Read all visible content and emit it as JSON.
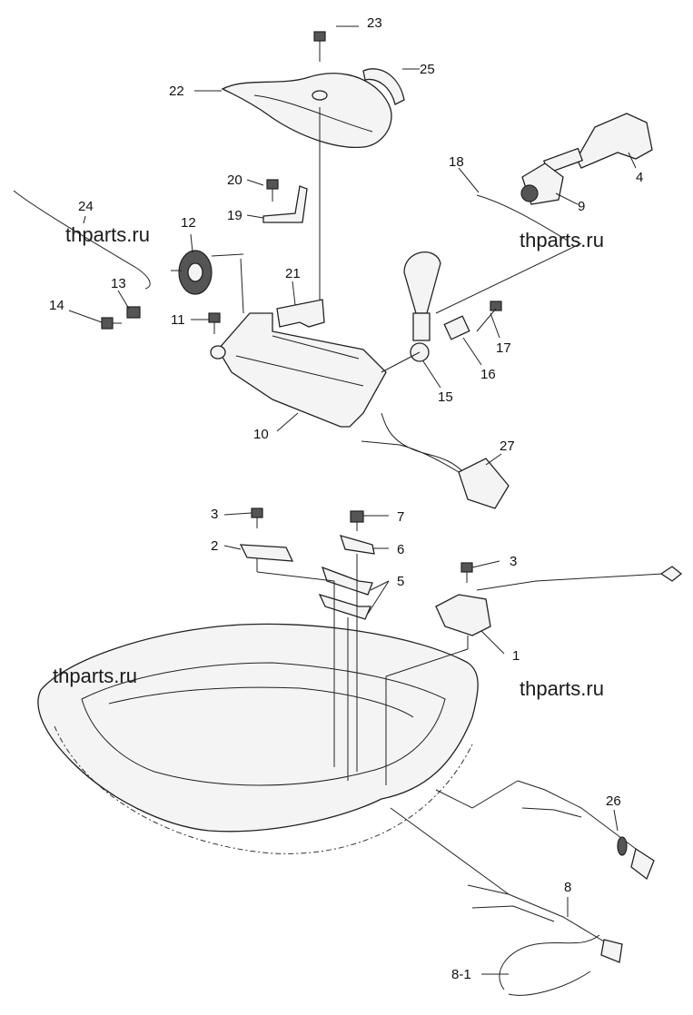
{
  "diagram": {
    "watermark": "thparts.ru",
    "callouts": [
      {
        "id": "23",
        "label": "23"
      },
      {
        "id": "25",
        "label": "25"
      },
      {
        "id": "22",
        "label": "22"
      },
      {
        "id": "4",
        "label": "4"
      },
      {
        "id": "18",
        "label": "18"
      },
      {
        "id": "9",
        "label": "9"
      },
      {
        "id": "20",
        "label": "20"
      },
      {
        "id": "19",
        "label": "19"
      },
      {
        "id": "24",
        "label": "24"
      },
      {
        "id": "12",
        "label": "12"
      },
      {
        "id": "13",
        "label": "13"
      },
      {
        "id": "14",
        "label": "14"
      },
      {
        "id": "21",
        "label": "21"
      },
      {
        "id": "11",
        "label": "11"
      },
      {
        "id": "17",
        "label": "17"
      },
      {
        "id": "16",
        "label": "16"
      },
      {
        "id": "15",
        "label": "15"
      },
      {
        "id": "10",
        "label": "10"
      },
      {
        "id": "27",
        "label": "27"
      },
      {
        "id": "3a",
        "label": "3"
      },
      {
        "id": "7",
        "label": "7"
      },
      {
        "id": "2",
        "label": "2"
      },
      {
        "id": "6",
        "label": "6"
      },
      {
        "id": "5",
        "label": "5"
      },
      {
        "id": "3b",
        "label": "3"
      },
      {
        "id": "1",
        "label": "1"
      },
      {
        "id": "26",
        "label": "26"
      },
      {
        "id": "8",
        "label": "8"
      },
      {
        "id": "8-1",
        "label": "8-1"
      }
    ]
  }
}
